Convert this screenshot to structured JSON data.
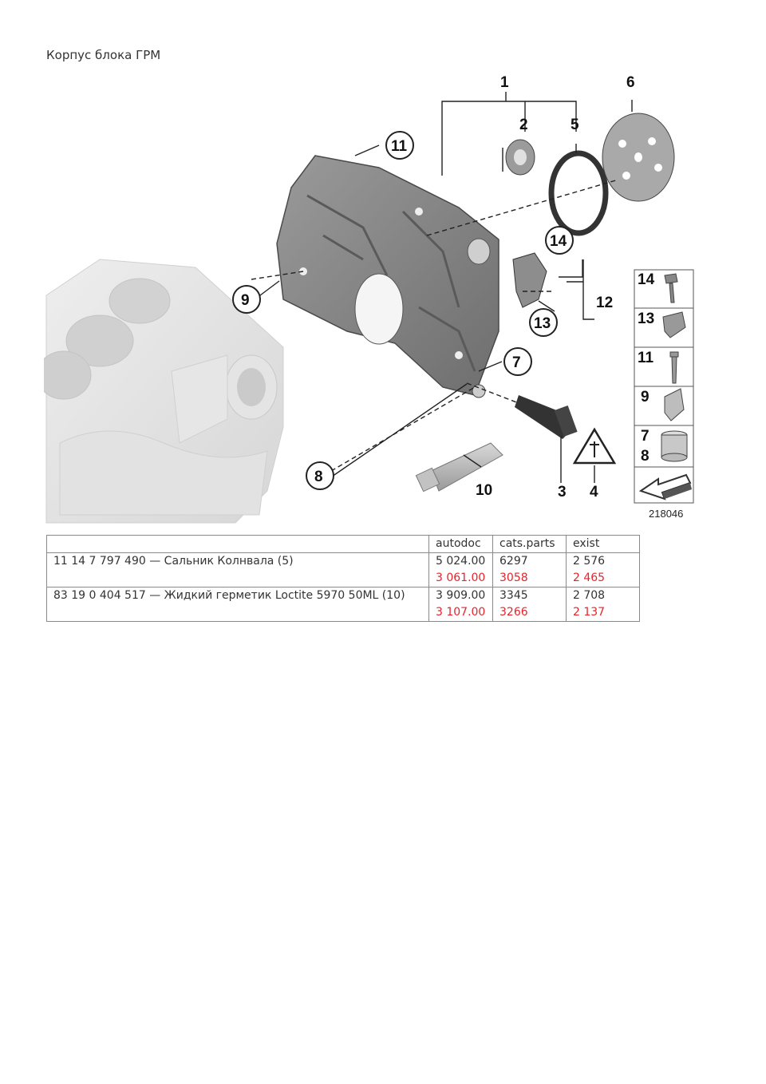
{
  "title": "Корпус блока ГРМ",
  "diagram": {
    "callouts": [
      "1",
      "2",
      "3",
      "4",
      "5",
      "6",
      "7",
      "8",
      "9",
      "10",
      "11",
      "12",
      "13",
      "14"
    ],
    "side_panel": [
      "14",
      "13",
      "11",
      "9",
      "7",
      "8"
    ],
    "reference_number": "218046"
  },
  "table": {
    "headers": [
      "",
      "autodoc",
      "cats.parts",
      "exist"
    ],
    "rows": [
      {
        "description": "11 14 7 797 490 — Сальник Колнвала (5)",
        "prices": [
          {
            "primary": "5 024.00",
            "secondary": "3 061.00"
          },
          {
            "primary": "6297",
            "secondary": "3058"
          },
          {
            "primary": "2 576",
            "secondary": "2 465"
          }
        ]
      },
      {
        "description": "83 19 0 404 517 — Жидкий герметик Loctite 5970 50ML (10)",
        "prices": [
          {
            "primary": "3 909.00",
            "secondary": "3 107.00"
          },
          {
            "primary": "3345",
            "secondary": "3266"
          },
          {
            "primary": "2 708",
            "secondary": "2 137"
          }
        ]
      }
    ],
    "secondary_color": "#e8232a"
  }
}
